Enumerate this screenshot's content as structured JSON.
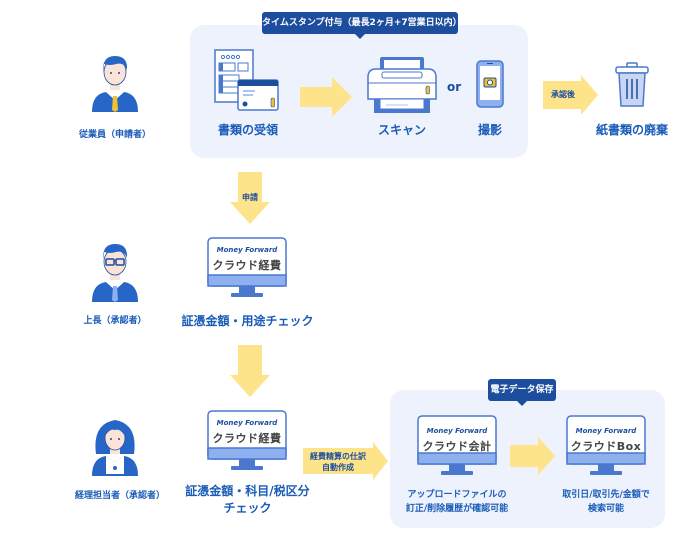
{
  "colors": {
    "primary": "#1a5cb8",
    "dark": "#1d4e9e",
    "panel_bg": "#eef2fc",
    "arrow": "#fde38a",
    "accent_yellow": "#f2c12e",
    "light_blue": "#8fb0ef",
    "skin": "#fbe3da"
  },
  "top_panel": {
    "tag": "タイムスタンプ付与（最長2ヶ月+7営業日以内）",
    "steps": [
      {
        "label": "書類の受領",
        "icon": "documents-icon"
      },
      {
        "label": "スキャン",
        "icon": "scanner-icon"
      },
      {
        "label": "撮影",
        "icon": "smartphone-camera-icon"
      }
    ],
    "or_text": "or"
  },
  "disposal": {
    "arrow_label": "承認後",
    "label": "紙書類の廃棄"
  },
  "actors": [
    {
      "label": "従業員（申請者）"
    },
    {
      "label": "上長（承認者）"
    },
    {
      "label": "経理担当者（承認者）"
    }
  ],
  "apply_arrow": {
    "label": "申請"
  },
  "manager_step": {
    "brand": "Money Forward",
    "product": "クラウド経費",
    "label": "証憑金額・用途チェック"
  },
  "accounting_step": {
    "brand": "Money Forward",
    "product": "クラウド経費",
    "label_line1": "証憑金額・科目/税区分",
    "label_line2": "チェック"
  },
  "journal_arrow": {
    "line1": "経費精算の仕訳",
    "line2": "自動作成"
  },
  "bottom_panel": {
    "tag": "電子データ保存",
    "items": [
      {
        "brand": "Money Forward",
        "product": "クラウド会計",
        "line1": "アップロードファイルの",
        "line2": "訂正/削除履歴が確認可能"
      },
      {
        "brand": "Money Forward",
        "product": "クラウドBox",
        "line1": "取引日/取引先/金額で",
        "line2": "検索可能"
      }
    ]
  }
}
